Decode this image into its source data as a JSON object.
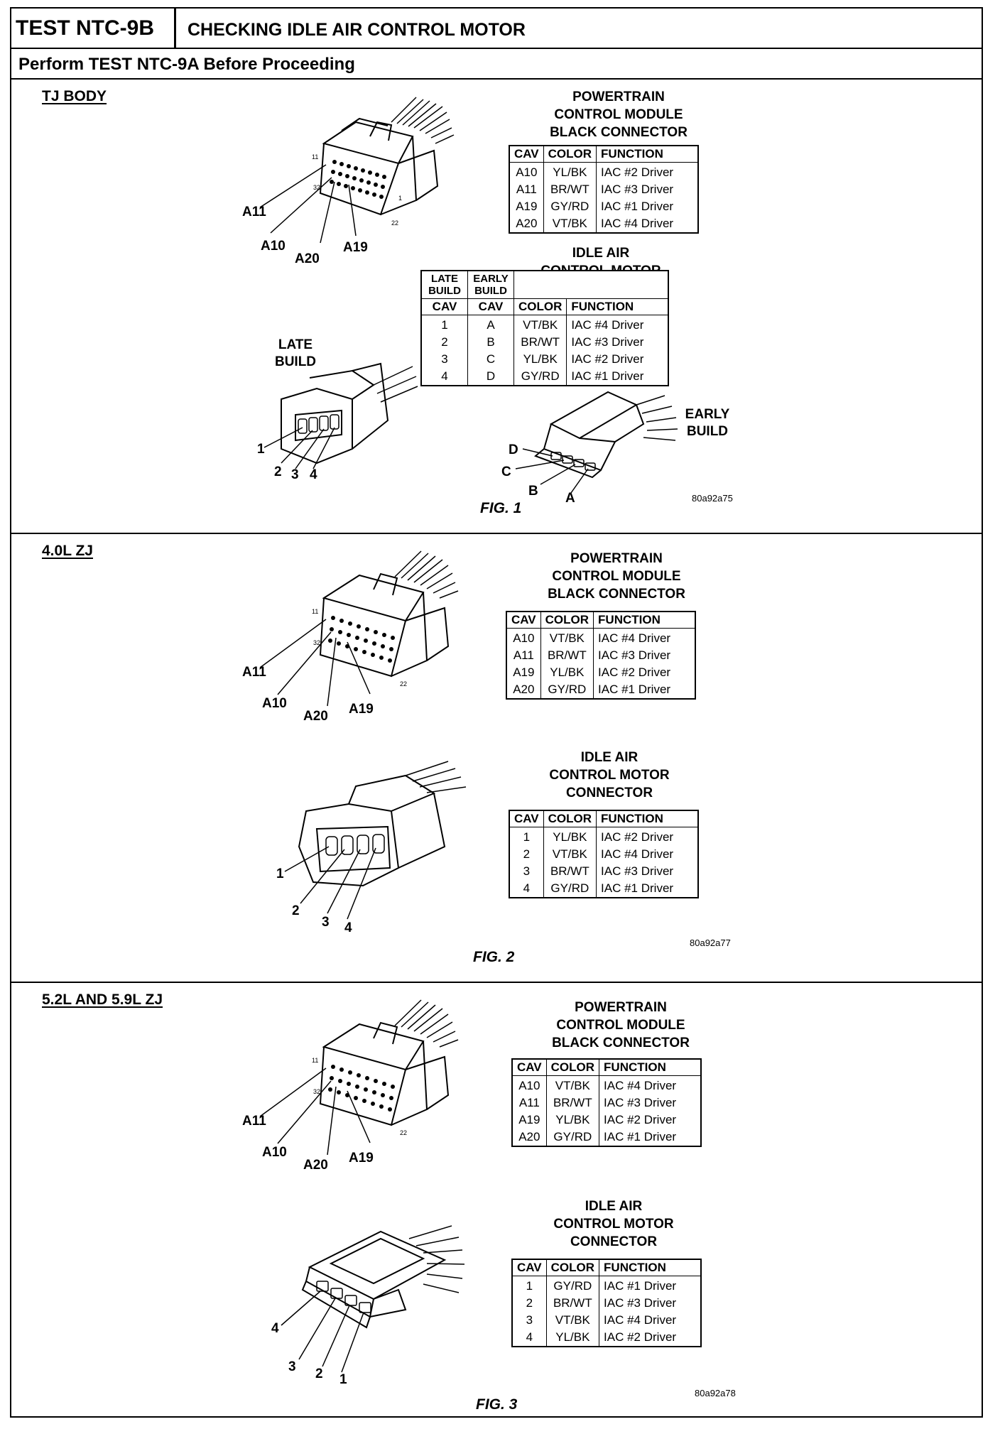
{
  "header": {
    "test_id": "TEST NTC-9B",
    "title": "CHECKING IDLE AIR CONTROL MOTOR",
    "prerequisite": "Perform TEST NTC-9A Before Proceeding"
  },
  "sections": [
    {
      "title": "TJ BODY",
      "pcm_heading": "POWERTRAIN\nCONTROL MODULE\nBLACK CONNECTOR",
      "pcm_table": {
        "headers": [
          "CAV",
          "COLOR",
          "FUNCTION"
        ],
        "rows": [
          [
            "A10",
            "YL/BK",
            "IAC #2 Driver"
          ],
          [
            "A11",
            "BR/WT",
            "IAC #3 Driver"
          ],
          [
            "A19",
            "GY/RD",
            "IAC #1 Driver"
          ],
          [
            "A20",
            "VT/BK",
            "IAC #4 Driver"
          ]
        ]
      },
      "iac_heading": "IDLE AIR\nCONTROL MOTOR\nCONNECTOR",
      "iac_table": {
        "group_headers": [
          "LATE BUILD",
          "EARLY BUILD"
        ],
        "headers": [
          "CAV",
          "CAV",
          "COLOR",
          "FUNCTION"
        ],
        "rows": [
          [
            "1",
            "A",
            "VT/BK",
            "IAC #4 Driver"
          ],
          [
            "2",
            "B",
            "BR/WT",
            "IAC #3 Driver"
          ],
          [
            "3",
            "C",
            "YL/BK",
            "IAC #2 Driver"
          ],
          [
            "4",
            "D",
            "GY/RD",
            "IAC #1 Driver"
          ]
        ]
      },
      "late_build_label": "LATE\nBUILD",
      "early_build_label": "EARLY\nBUILD",
      "pcm_pin_labels": [
        "A11",
        "A10",
        "A20",
        "A19"
      ],
      "pcm_small_labels": [
        "11",
        "32",
        "1",
        "22"
      ],
      "late_pin_labels": [
        "1",
        "2",
        "3",
        "4"
      ],
      "early_pin_labels": [
        "D",
        "C",
        "B",
        "A"
      ],
      "figure": "FIG. 1",
      "code": "80a92a75"
    },
    {
      "title": "4.0L ZJ",
      "pcm_heading": "POWERTRAIN\nCONTROL MODULE\nBLACK CONNECTOR",
      "pcm_table": {
        "headers": [
          "CAV",
          "COLOR",
          "FUNCTION"
        ],
        "rows": [
          [
            "A10",
            "VT/BK",
            "IAC #4 Driver"
          ],
          [
            "A11",
            "BR/WT",
            "IAC #3 Driver"
          ],
          [
            "A19",
            "YL/BK",
            "IAC #2 Driver"
          ],
          [
            "A20",
            "GY/RD",
            "IAC #1 Driver"
          ]
        ]
      },
      "iac_heading": "IDLE AIR\nCONTROL MOTOR\nCONNECTOR",
      "iac_table": {
        "headers": [
          "CAV",
          "COLOR",
          "FUNCTION"
        ],
        "rows": [
          [
            "1",
            "YL/BK",
            "IAC #2 Driver"
          ],
          [
            "2",
            "VT/BK",
            "IAC #4 Driver"
          ],
          [
            "3",
            "BR/WT",
            "IAC #3 Driver"
          ],
          [
            "4",
            "GY/RD",
            "IAC #1 Driver"
          ]
        ]
      },
      "pcm_pin_labels": [
        "A11",
        "A10",
        "A20",
        "A19"
      ],
      "pcm_small_labels": [
        "11",
        "32",
        "22"
      ],
      "iac_pin_labels": [
        "1",
        "2",
        "3",
        "4"
      ],
      "figure": "FIG. 2",
      "code": "80a92a77"
    },
    {
      "title": "5.2L AND 5.9L ZJ",
      "pcm_heading": "POWERTRAIN\nCONTROL MODULE\nBLACK CONNECTOR",
      "pcm_table": {
        "headers": [
          "CAV",
          "COLOR",
          "FUNCTION"
        ],
        "rows": [
          [
            "A10",
            "VT/BK",
            "IAC #4 Driver"
          ],
          [
            "A11",
            "BR/WT",
            "IAC #3 Driver"
          ],
          [
            "A19",
            "YL/BK",
            "IAC #2 Driver"
          ],
          [
            "A20",
            "GY/RD",
            "IAC #1 Driver"
          ]
        ]
      },
      "iac_heading": "IDLE AIR\nCONTROL MOTOR\nCONNECTOR",
      "iac_table": {
        "headers": [
          "CAV",
          "COLOR",
          "FUNCTION"
        ],
        "rows": [
          [
            "1",
            "GY/RD",
            "IAC #1 Driver"
          ],
          [
            "2",
            "BR/WT",
            "IAC #3 Driver"
          ],
          [
            "3",
            "VT/BK",
            "IAC #4 Driver"
          ],
          [
            "4",
            "YL/BK",
            "IAC #2 Driver"
          ]
        ]
      },
      "pcm_pin_labels": [
        "A11",
        "A10",
        "A20",
        "A19"
      ],
      "pcm_small_labels": [
        "11",
        "32",
        "22"
      ],
      "iac_pin_labels": [
        "4",
        "3",
        "2",
        "1"
      ],
      "figure": "FIG. 3",
      "code": "80a92a78"
    }
  ]
}
